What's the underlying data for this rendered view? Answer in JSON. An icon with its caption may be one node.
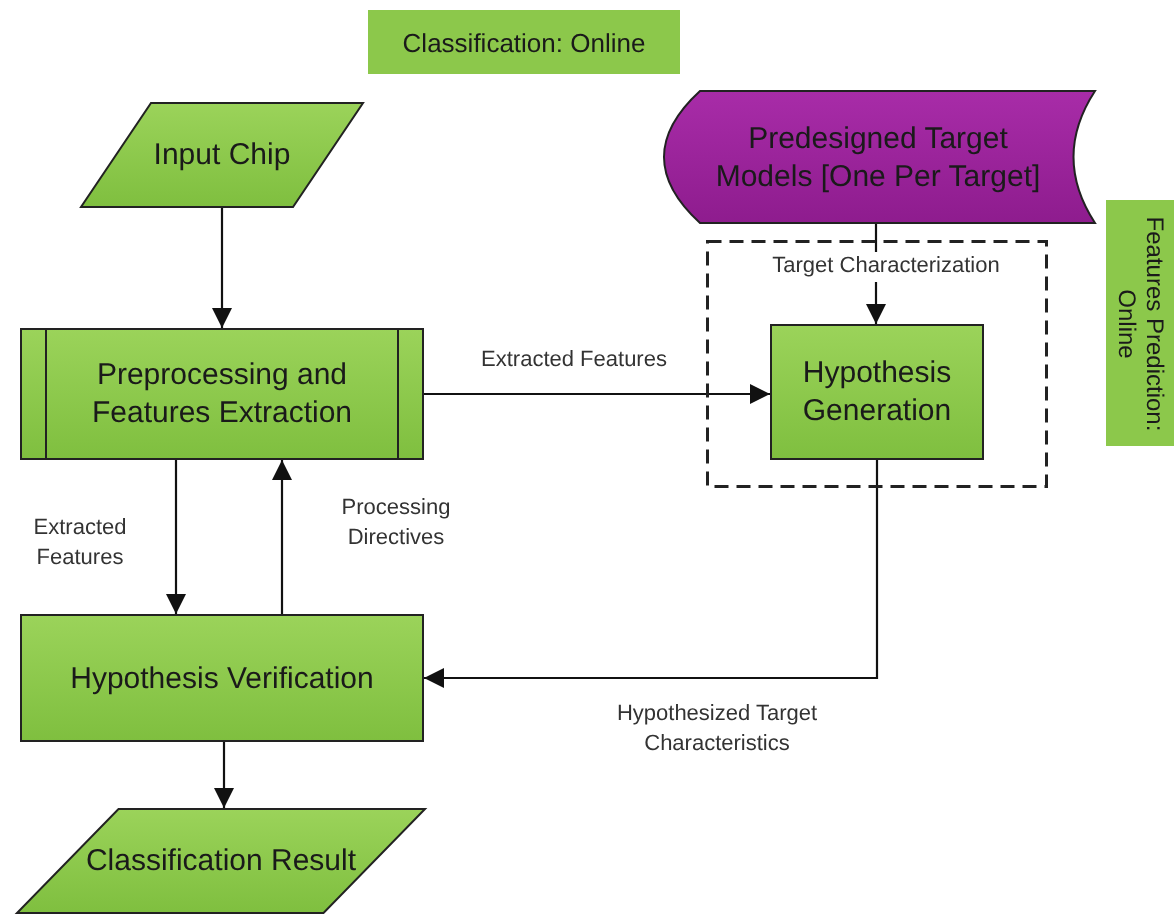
{
  "diagram": {
    "nodes": [
      {
        "text": [
          "Classification: Online"
        ]
      },
      {
        "text": [
          "Input Chip"
        ]
      },
      {
        "text": [
          "Predesigned Target Models [One Per Target]"
        ]
      },
      {
        "text": [
          "Features Prediction: Online"
        ]
      },
      {
        "text": [],
        "shape": "box"
      },
      {
        "text": [
          "Preprocessing and Features Extraction"
        ]
      },
      {
        "text": [
          "Hypothesis Generation"
        ],
        "in": 4
      },
      {
        "text": [
          "Hypothesis Verification"
        ]
      },
      {
        "text": [
          "Classification Result"
        ]
      }
    ],
    "edges": [
      {
        "from": 1,
        "to": 5,
        "arrow": "to"
      },
      {
        "from": 2,
        "to": 6,
        "arrow": "to",
        "label": "Target Characterization"
      },
      {
        "from": 5,
        "to": 6,
        "arrow": "to",
        "label": "Extracted Features"
      },
      {
        "from": 5,
        "to": 7,
        "arrow": "to",
        "label": "Extracted Features"
      },
      {
        "from": 7,
        "to": 5,
        "arrow": "to",
        "label": "Processing Directives"
      },
      {
        "from": 6,
        "to": 7,
        "arrow": "to",
        "label": "Hypothesized Target Characteristics"
      },
      {
        "from": 7,
        "to": 8,
        "arrow": "to"
      }
    ]
  }
}
